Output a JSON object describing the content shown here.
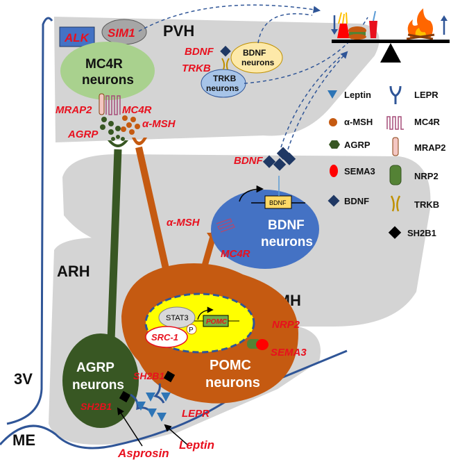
{
  "regions": {
    "pvh": "PVH",
    "arh": "ARH",
    "vmh": "VMH",
    "third_ventricle": "3V",
    "me": "ME"
  },
  "neurons": {
    "mc4r": [
      "MC4R",
      "neurons"
    ],
    "bdnf_pvh": [
      "BDNF",
      "neurons"
    ],
    "trkb": [
      "TRKB",
      "neurons"
    ],
    "bdnf_vmh": [
      "BDNF",
      "neurons"
    ],
    "agrp": [
      "AGRP",
      "neurons"
    ],
    "pomc": [
      "POMC",
      "neurons"
    ]
  },
  "labels": {
    "alk": "ALK",
    "sim1": "SIM1",
    "bdnf": "BDNF",
    "trkb": "TRKB",
    "mrap2": "MRAP2",
    "mc4r": "MC4R",
    "agrp": "AGRP",
    "amsh": "α-MSH",
    "bdnf_release": "BDNF",
    "amsh_vmh": "α-MSH",
    "mc4r_vmh": "MC4R",
    "bdnf_gene": "BDNF",
    "stat3": "STAT3",
    "pomc_gene": "POMC",
    "src1": "SRC-1",
    "p": "P",
    "nrp2": "NRP2",
    "sema3": "SEMA3",
    "sh2b1_pomc": "SH2B1",
    "sh2b1_agrp": "SH2B1",
    "lepr": "LEPR",
    "asprosin": "Asprosin",
    "leptin": "Leptin"
  },
  "legend": [
    {
      "label": "Leptin",
      "icon": "leptin-triangle-icon"
    },
    {
      "label": "α-MSH",
      "icon": "amsh-dot-icon"
    },
    {
      "label": "AGRP",
      "icon": "agrp-hexagon-icon"
    },
    {
      "label": "SEMA3",
      "icon": "sema3-oval-icon"
    },
    {
      "label": "BDNF",
      "icon": "bdnf-diamond-icon"
    },
    {
      "label": "LEPR",
      "icon": "lepr-receptor-icon"
    },
    {
      "label": "MC4R",
      "icon": "mc4r-receptor-icon"
    },
    {
      "label": "MRAP2",
      "icon": "mrap2-icon"
    },
    {
      "label": "NRP2",
      "icon": "nrp2-icon"
    },
    {
      "label": "TRKB",
      "icon": "trkb-receptor-icon"
    },
    {
      "label": "SH2B1",
      "icon": "sh2b1-square-icon"
    }
  ],
  "colors": {
    "region_gray": "#d4d4d4",
    "mc4r_green": "#a9d18e",
    "bdnf_pvh": "#fde9a9",
    "trkb_blue": "#a7c4e8",
    "bdnf_vmh_blue": "#4472c4",
    "pomc_orange": "#c55a11",
    "agrp_green": "#385723",
    "nucleus_yellow": "#ffff00",
    "label_red": "#e8101e",
    "leptin_blue": "#2e75b6",
    "diamond_navy": "#1f3864",
    "sema3_red": "#ff0000",
    "nrp2_green": "#548235"
  }
}
